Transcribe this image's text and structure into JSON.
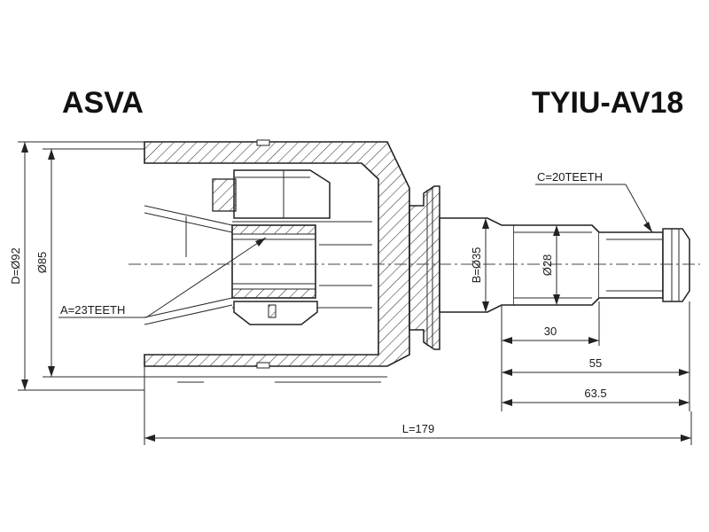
{
  "brand": "ASVA",
  "part_number": "TYIU-AV18",
  "labels": {
    "outer_diameter": "D=Ø92",
    "seal_diameter": "Ø85",
    "inner_spline": "A=23TEETH",
    "seat_diameter": "B=Ø35",
    "shaft_diameter": "Ø28",
    "outer_spline": "C=20TEETH",
    "len_30": "30",
    "len_55": "55",
    "len_63_5": "63.5",
    "total_length": "L=179"
  }
}
